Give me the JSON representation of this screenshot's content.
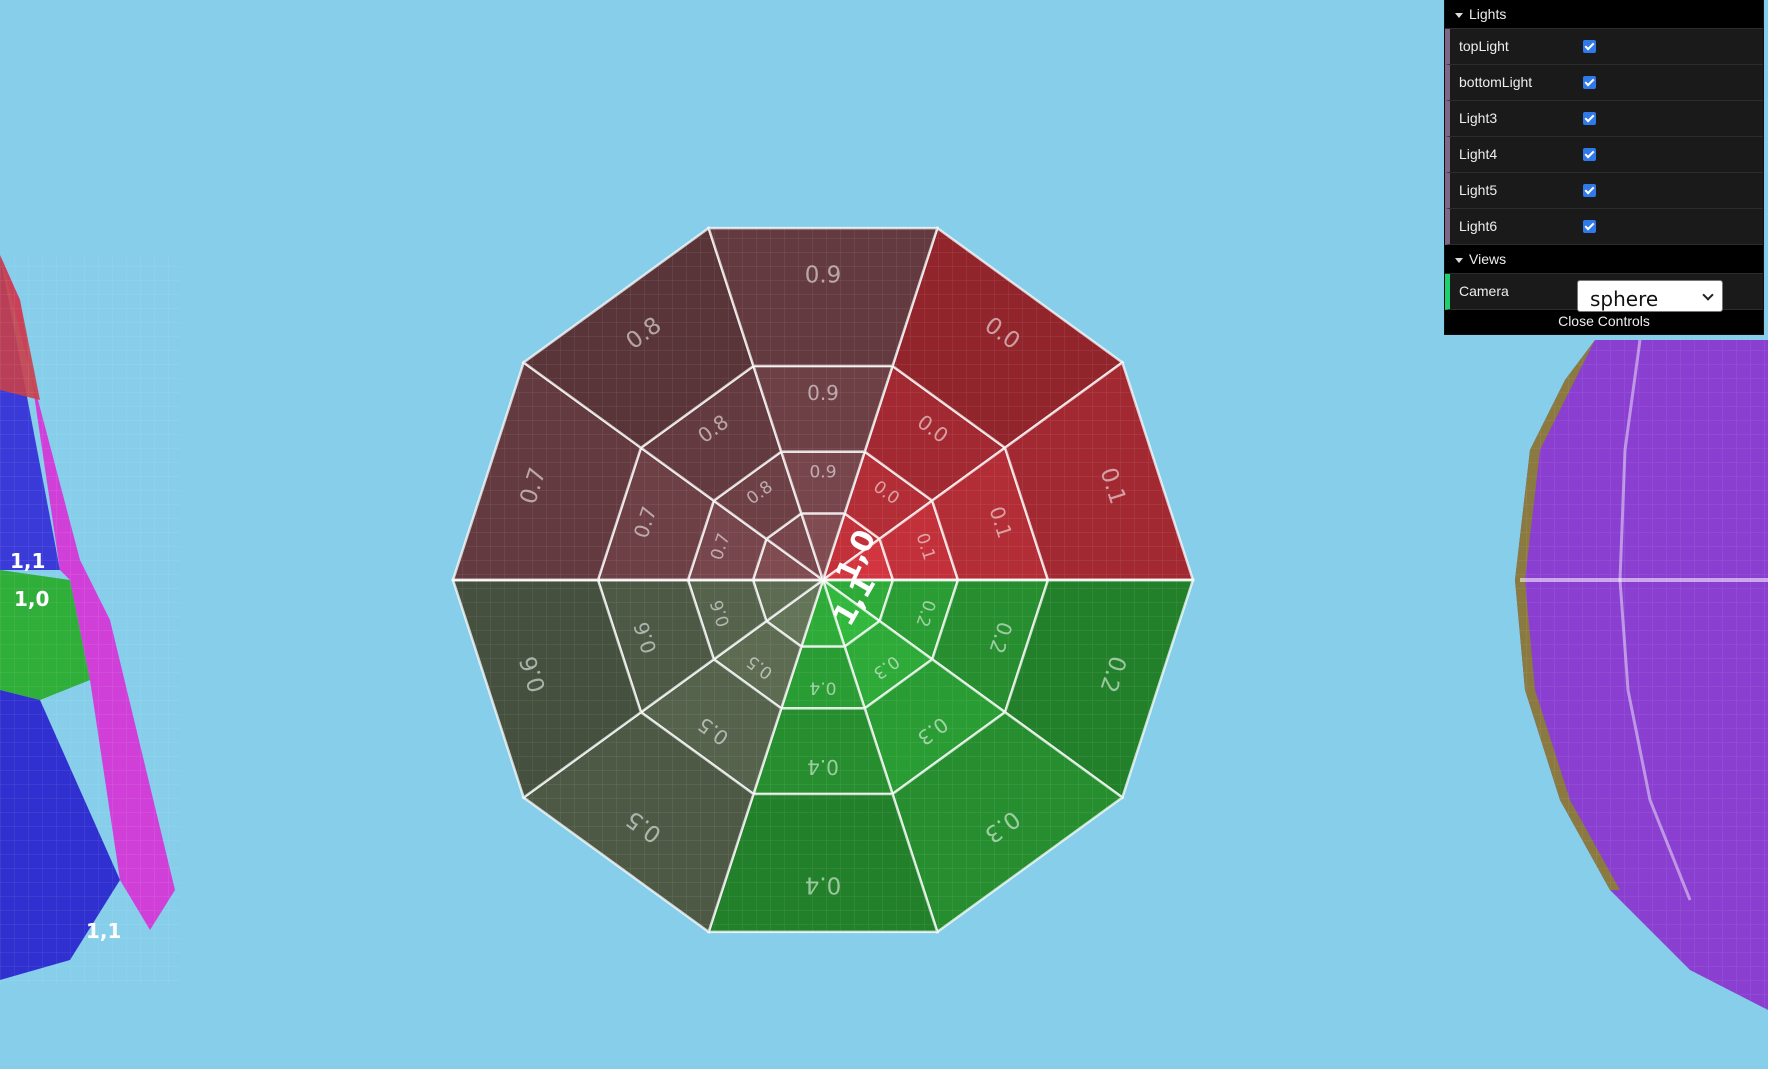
{
  "gui": {
    "lights_folder": "Lights",
    "lights": [
      {
        "label": "topLight",
        "checked": true
      },
      {
        "label": "bottomLight",
        "checked": true
      },
      {
        "label": "Light3",
        "checked": true
      },
      {
        "label": "Light4",
        "checked": true
      },
      {
        "label": "Light5",
        "checked": true
      },
      {
        "label": "Light6",
        "checked": true
      }
    ],
    "views_folder": "Views",
    "camera_label": "Camera",
    "camera_value": "sphere",
    "close_label": "Close Controls"
  },
  "scene": {
    "background": "#87ceeb",
    "texture_labels": [
      "0.0",
      "0.1",
      "0.2",
      "0.3",
      "0.4",
      "0.5",
      "0.6",
      "0.7",
      "0.8",
      "0.9",
      "1,0",
      "1,1"
    ],
    "colors": {
      "red": "#c8323c",
      "green": "#2fb83a",
      "gray": "#7a6f66",
      "purple": "#8a3fd0",
      "blue": "#2b2bd8",
      "magenta": "#e040e8"
    }
  }
}
